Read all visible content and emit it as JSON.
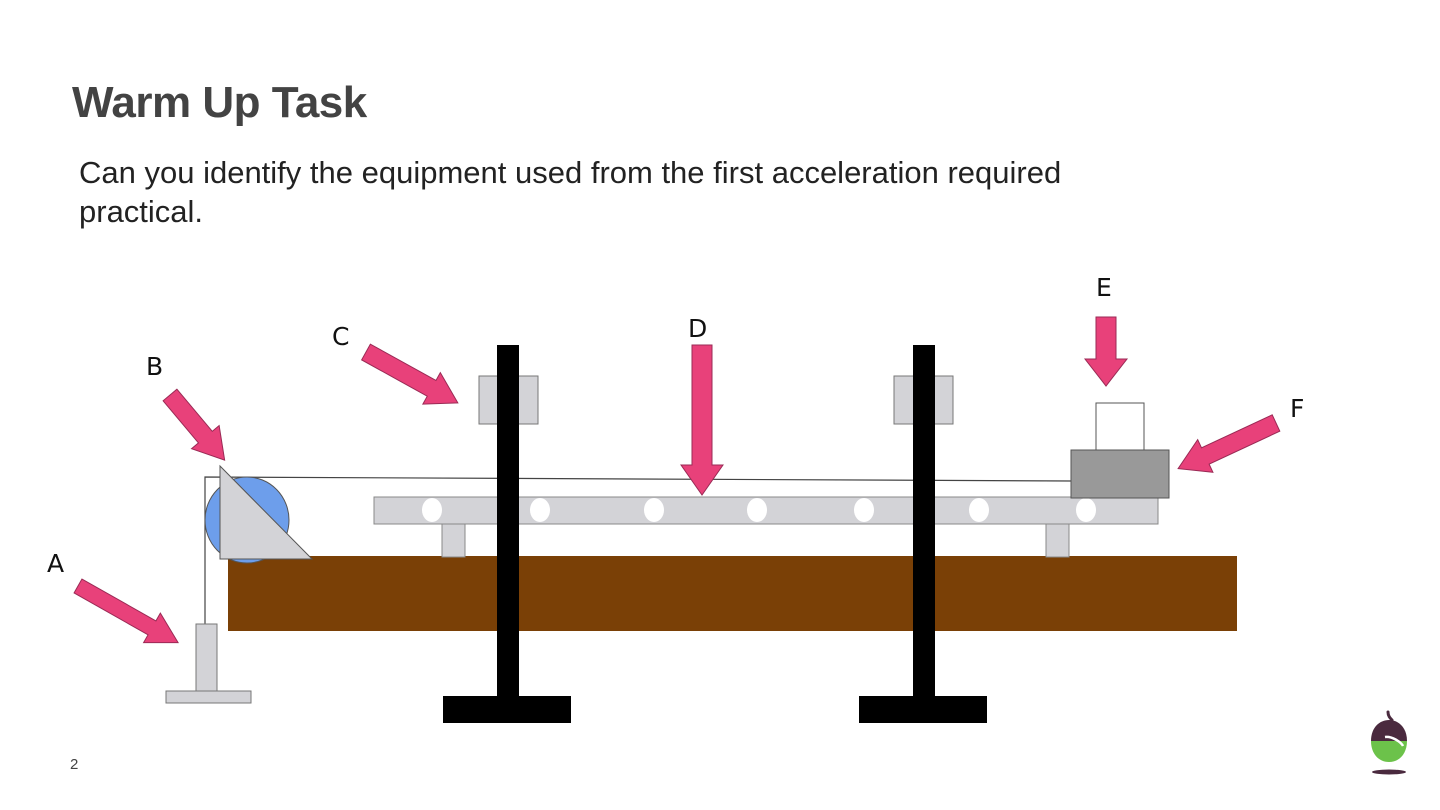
{
  "slide": {
    "title": "Warm Up Task",
    "subtitle": "Can you identify the equipment used from the first acceleration required practical.",
    "page_number": "2"
  },
  "diagram": {
    "labels": {
      "a": "A",
      "b": "B",
      "c": "C",
      "d": "D",
      "e": "E",
      "f": "F"
    },
    "colors": {
      "arrow": "#e8417a",
      "bench": "#7a4006",
      "track": "#d3d3d7",
      "stand": "#000000",
      "pulley": "#6d9eeb",
      "trolley": "#999999",
      "logo_top": "#4a2a3e",
      "logo_bottom": "#6cc24a"
    },
    "icons": [
      "acorn-logo-icon"
    ]
  }
}
